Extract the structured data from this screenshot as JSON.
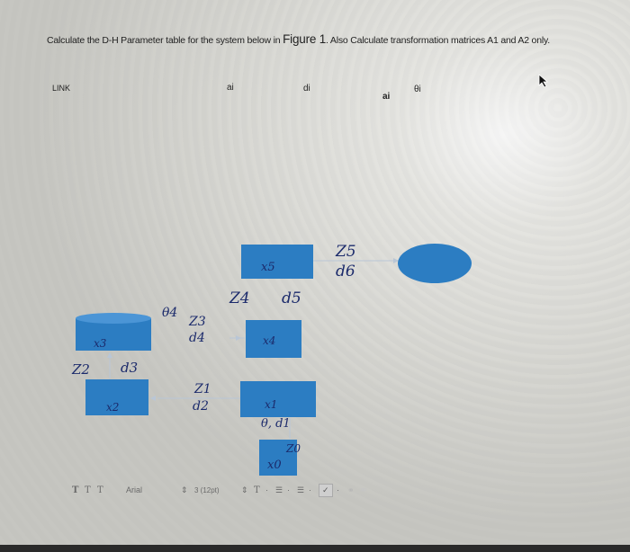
{
  "question": {
    "prefix": "Calculate the D-H Parameter table for the system below in ",
    "figure_ref": "Figure 1",
    "suffix": ". Also Calculate transformation matrices A1 and A2 only."
  },
  "table_headers": {
    "link": "LINK",
    "ai": "ai",
    "di": "di",
    "ai_bold": "ai",
    "theta_i": "θi"
  },
  "diagram": {
    "labels": {
      "z5": "Z5",
      "d6": "d6",
      "x5": "x5",
      "z4": "Z4",
      "d5": "d5",
      "theta4": "θ4",
      "z3": "Z3",
      "d4": "d4",
      "x4": "x4",
      "x3": "x3",
      "z2": "Z2",
      "d3": "d3",
      "x2": "x2",
      "z1": "Z1",
      "d2": "d2",
      "x1": "x1",
      "theta_d1": "θ, d1",
      "z0": "Z0",
      "x0": "x0"
    }
  },
  "toolbar": {
    "format_t1": "T",
    "format_t2": "T",
    "format_t3": "T",
    "font_family": "Arial",
    "font_size": "3 (12pt)",
    "text_color": "T",
    "list_bullets": "☰",
    "list_numbers": "☰",
    "spellcheck": "✓"
  },
  "colors": {
    "box_blue": "#2c7dc2",
    "ink": "#1b2a6b",
    "accent_text": "#222222"
  }
}
